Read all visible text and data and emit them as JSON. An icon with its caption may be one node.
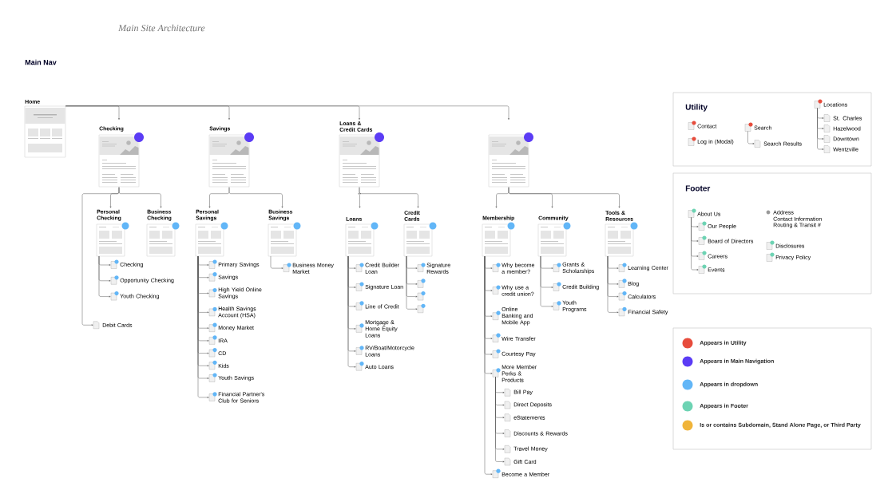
{
  "diagram": {
    "title": "Main Site Architecture",
    "nodes": [
      {
        "text": [
          "Home"
        ]
      },
      {
        "text": [
          "Checking"
        ]
      },
      {
        "text": [
          "Personal Checking"
        ]
      },
      {
        "text": [
          "Checking"
        ]
      },
      {
        "text": [
          "Opportunity Checking"
        ]
      },
      {
        "text": [
          "Youth Checking"
        ]
      },
      {
        "text": [
          "Business Checking"
        ]
      },
      {
        "text": [
          "Debit Cards"
        ]
      },
      {
        "text": [
          "Savings"
        ]
      },
      {
        "text": [
          "Personal Savings"
        ]
      },
      {
        "text": [
          "Primary Savings"
        ]
      },
      {
        "text": [
          "Savings"
        ]
      },
      {
        "text": [
          "High Yield Online Savings"
        ]
      },
      {
        "text": [
          "Health Savings Account (HSA)"
        ]
      },
      {
        "text": [
          "Money Market"
        ]
      },
      {
        "text": [
          "IRA"
        ]
      },
      {
        "text": [
          "CD"
        ]
      },
      {
        "text": [
          "Kids"
        ]
      },
      {
        "text": [
          "Youth Savings"
        ]
      },
      {
        "text": [
          "Financial Partner's Club for Seniors"
        ]
      },
      {
        "text": [
          "Business Savings"
        ]
      },
      {
        "text": [
          "Business Money Market"
        ]
      },
      {
        "text": [
          "Loans & Credit Cards"
        ]
      },
      {
        "text": [
          "Loans"
        ]
      },
      {
        "text": [
          "Credit Builder Loan"
        ]
      },
      {
        "text": [
          "Signature Loan"
        ]
      },
      {
        "text": [
          "Line of Credit"
        ]
      },
      {
        "text": [
          "Mortgage & Home Equity Loans"
        ]
      },
      {
        "text": [
          "RV/Boat/Motorcycle Loans"
        ]
      },
      {
        "text": [
          "Auto Loans"
        ]
      },
      {
        "text": [
          "Credit Cards"
        ]
      },
      {
        "text": [
          "Signature Rewards"
        ]
      },
      {
        "text": [],
        "shape": "document"
      },
      {
        "text": [],
        "shape": "document"
      },
      {
        "text": [],
        "shape": "document"
      },
      {
        "text": [],
        "shape": "box"
      },
      {
        "text": [
          "Membership"
        ]
      },
      {
        "text": [
          "Why become a member?"
        ]
      },
      {
        "text": [
          "Why use a credit union?"
        ]
      },
      {
        "text": [
          "Online Banking and Mobile App"
        ]
      },
      {
        "text": [
          "Wire Transfer"
        ]
      },
      {
        "text": [
          "Courtesy Pay"
        ]
      },
      {
        "text": [
          "More Member Perks & Products"
        ]
      },
      {
        "text": [
          "Bill Pay"
        ]
      },
      {
        "text": [
          "Direct Deposits"
        ]
      },
      {
        "text": [
          "eStatements"
        ]
      },
      {
        "text": [
          "Discounts & Rewards"
        ]
      },
      {
        "text": [
          "Travel Money"
        ]
      },
      {
        "text": [
          "Gift Card"
        ]
      },
      {
        "text": [
          "Become a Member"
        ]
      },
      {
        "text": [
          "Community"
        ]
      },
      {
        "text": [
          "Grants & Scholarships"
        ]
      },
      {
        "text": [
          "Credit Building"
        ]
      },
      {
        "text": [
          "Youth Programs"
        ]
      },
      {
        "text": [
          "Tools & Resources"
        ]
      },
      {
        "text": [
          "Learning Center"
        ]
      },
      {
        "text": [
          "Blog"
        ]
      },
      {
        "text": [
          "Calculators"
        ]
      },
      {
        "text": [
          "Financial Safety"
        ]
      },
      {
        "text": [
          "Utility"
        ]
      },
      {
        "text": [
          "Contact"
        ],
        "in": 59
      },
      {
        "text": [
          "Log in (Modal)"
        ],
        "in": 59
      },
      {
        "text": [
          "Search"
        ],
        "in": 59
      },
      {
        "text": [
          "Search Results"
        ],
        "in": 59
      },
      {
        "text": [
          "Locations"
        ],
        "in": 59
      },
      {
        "text": [
          "St. Charles"
        ],
        "in": 59
      },
      {
        "text": [
          "Hazelwood"
        ],
        "in": 59
      },
      {
        "text": [
          "Downtown"
        ],
        "in": 59
      },
      {
        "text": [
          "Wentzville"
        ],
        "in": 59
      },
      {
        "text": [
          "Footer"
        ]
      },
      {
        "text": [
          "About Us"
        ],
        "in": 69
      },
      {
        "text": [
          "Our People"
        ],
        "in": 69
      },
      {
        "text": [
          "Board of Directors"
        ],
        "in": 69
      },
      {
        "text": [
          "Careers"
        ],
        "in": 69
      },
      {
        "text": [
          "Events"
        ],
        "in": 69
      },
      {
        "text": [
          "Disclosures"
        ],
        "in": 69
      },
      {
        "text": [
          "Privacy Policy"
        ],
        "in": 69
      }
    ],
    "edges": [
      {
        "from": 0,
        "to": 1,
        "arrow": "to"
      },
      {
        "from": 0,
        "to": 8,
        "arrow": "to"
      },
      {
        "from": 0,
        "to": 22,
        "arrow": "to"
      },
      {
        "from": 0,
        "to": 35,
        "arrow": "to"
      },
      {
        "from": 1,
        "to": 2,
        "arrow": "to"
      },
      {
        "from": 1,
        "to": 6,
        "arrow": "to"
      },
      {
        "from": 1,
        "to": 7,
        "arrow": "to"
      },
      {
        "from": 2,
        "to": 3,
        "arrow": "to"
      },
      {
        "from": 2,
        "to": 4,
        "arrow": "to"
      },
      {
        "from": 2,
        "to": 5,
        "arrow": "to"
      },
      {
        "from": 8,
        "to": 9,
        "arrow": "to"
      },
      {
        "from": 8,
        "to": 20,
        "arrow": "to"
      },
      {
        "from": 9,
        "to": 10,
        "arrow": "to"
      },
      {
        "from": 9,
        "to": 11,
        "arrow": "to"
      },
      {
        "from": 9,
        "to": 12,
        "arrow": "to"
      },
      {
        "from": 9,
        "to": 13,
        "arrow": "to"
      },
      {
        "from": 9,
        "to": 14,
        "arrow": "to"
      },
      {
        "from": 9,
        "to": 15,
        "arrow": "to"
      },
      {
        "from": 9,
        "to": 16,
        "arrow": "to"
      },
      {
        "from": 9,
        "to": 17,
        "arrow": "to"
      },
      {
        "from": 9,
        "to": 18,
        "arrow": "to"
      },
      {
        "from": 9,
        "to": 19,
        "arrow": "to"
      },
      {
        "from": 20,
        "to": 21,
        "arrow": "to"
      },
      {
        "from": 22,
        "to": 23,
        "arrow": "to"
      },
      {
        "from": 22,
        "to": 30,
        "arrow": "to"
      },
      {
        "from": 23,
        "to": 24,
        "arrow": "to"
      },
      {
        "from": 23,
        "to": 25,
        "arrow": "to"
      },
      {
        "from": 23,
        "to": 26,
        "arrow": "to"
      },
      {
        "from": 23,
        "to": 27,
        "arrow": "to"
      },
      {
        "from": 23,
        "to": 28,
        "arrow": "to"
      },
      {
        "from": 23,
        "to": 29,
        "arrow": "to"
      },
      {
        "from": 30,
        "to": 31,
        "arrow": "to"
      },
      {
        "from": 30,
        "to": 32,
        "arrow": "to"
      },
      {
        "from": 30,
        "to": 33,
        "arrow": "to"
      },
      {
        "from": 30,
        "to": 34,
        "arrow": "to"
      },
      {
        "from": 35,
        "to": 36,
        "arrow": "to"
      },
      {
        "from": 35,
        "to": 50,
        "arrow": "to"
      },
      {
        "from": 35,
        "to": 54,
        "arrow": "to"
      },
      {
        "from": 36,
        "to": 37,
        "arrow": "to"
      },
      {
        "from": 36,
        "to": 38,
        "arrow": "to"
      },
      {
        "from": 36,
        "to": 39,
        "arrow": "to"
      },
      {
        "from": 36,
        "to": 40,
        "arrow": "to"
      },
      {
        "from": 36,
        "to": 41,
        "arrow": "to"
      },
      {
        "from": 36,
        "to": 42,
        "arrow": "to"
      },
      {
        "from": 42,
        "to": 43,
        "arrow": "to"
      },
      {
        "from": 42,
        "to": 44,
        "arrow": "to"
      },
      {
        "from": 42,
        "to": 45,
        "arrow": "to"
      },
      {
        "from": 42,
        "to": 46,
        "arrow": "to"
      },
      {
        "from": 42,
        "to": 47,
        "arrow": "to"
      },
      {
        "from": 42,
        "to": 48,
        "arrow": "to"
      },
      {
        "from": 36,
        "to": 49,
        "arrow": "to"
      },
      {
        "from": 50,
        "to": 51,
        "arrow": "to"
      },
      {
        "from": 50,
        "to": 52,
        "arrow": "to"
      },
      {
        "from": 50,
        "to": 53,
        "arrow": "to"
      },
      {
        "from": 54,
        "to": 55,
        "arrow": "to"
      },
      {
        "from": 54,
        "to": 56,
        "arrow": "to"
      },
      {
        "from": 54,
        "to": 57,
        "arrow": "to"
      },
      {
        "from": 54,
        "to": 58,
        "arrow": "to"
      },
      {
        "from": 62,
        "to": 63,
        "arrow": "to"
      },
      {
        "from": 64,
        "to": 65,
        "arrow": "to"
      },
      {
        "from": 64,
        "to": 66,
        "arrow": "to"
      },
      {
        "from": 64,
        "to": 67,
        "arrow": "to"
      },
      {
        "from": 64,
        "to": 68,
        "arrow": "to"
      },
      {
        "from": 70,
        "to": 71,
        "arrow": "to"
      },
      {
        "from": 70,
        "to": 72,
        "arrow": "to"
      },
      {
        "from": 70,
        "to": 73,
        "arrow": "to"
      },
      {
        "from": 70,
        "to": 74,
        "arrow": "to"
      }
    ],
    "labels": [
      "Main Nav",
      "Address",
      "Contact Information",
      "Routing & Transit #"
    ],
    "legend": [
      {
        "text": "Appears in Utility",
        "color": "#e74c3c"
      },
      {
        "text": "Appears in Main Navigation",
        "color": "#5b3cf5"
      },
      {
        "text": "Appears in dropdown",
        "color": "#62b6f7"
      },
      {
        "text": "Appears in Footer",
        "color": "#6dd3b3"
      },
      {
        "text": "Is or contains Subdomain, Stand Alone Page, or Third Party",
        "color": "#f0b43a"
      }
    ]
  }
}
